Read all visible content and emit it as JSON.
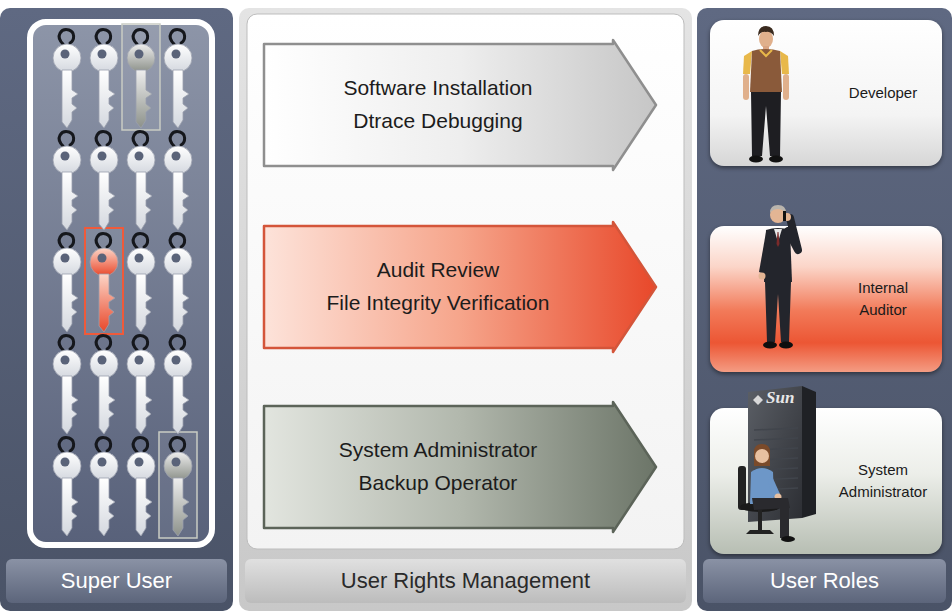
{
  "diagram": {
    "nodes": [
      {
        "text": [
          "Super User"
        ]
      },
      {
        "text": [
          "User Rights Management"
        ]
      },
      {
        "text": [
          "Software Installation",
          "Dtrace Debugging"
        ],
        "in": 1
      },
      {
        "text": [
          "Audit Review",
          "File Integrity Verification"
        ],
        "in": 1
      },
      {
        "text": [
          "System Administrator",
          "Backup Operator"
        ],
        "in": 1
      },
      {
        "text": [
          "User Roles"
        ]
      },
      {
        "text": [
          "Developer"
        ],
        "in": 5
      },
      {
        "text": [
          "Internal Auditor"
        ],
        "in": 5
      },
      {
        "text": [
          "System Administrator"
        ],
        "in": 5
      }
    ],
    "labels": [
      "Sun"
    ]
  }
}
